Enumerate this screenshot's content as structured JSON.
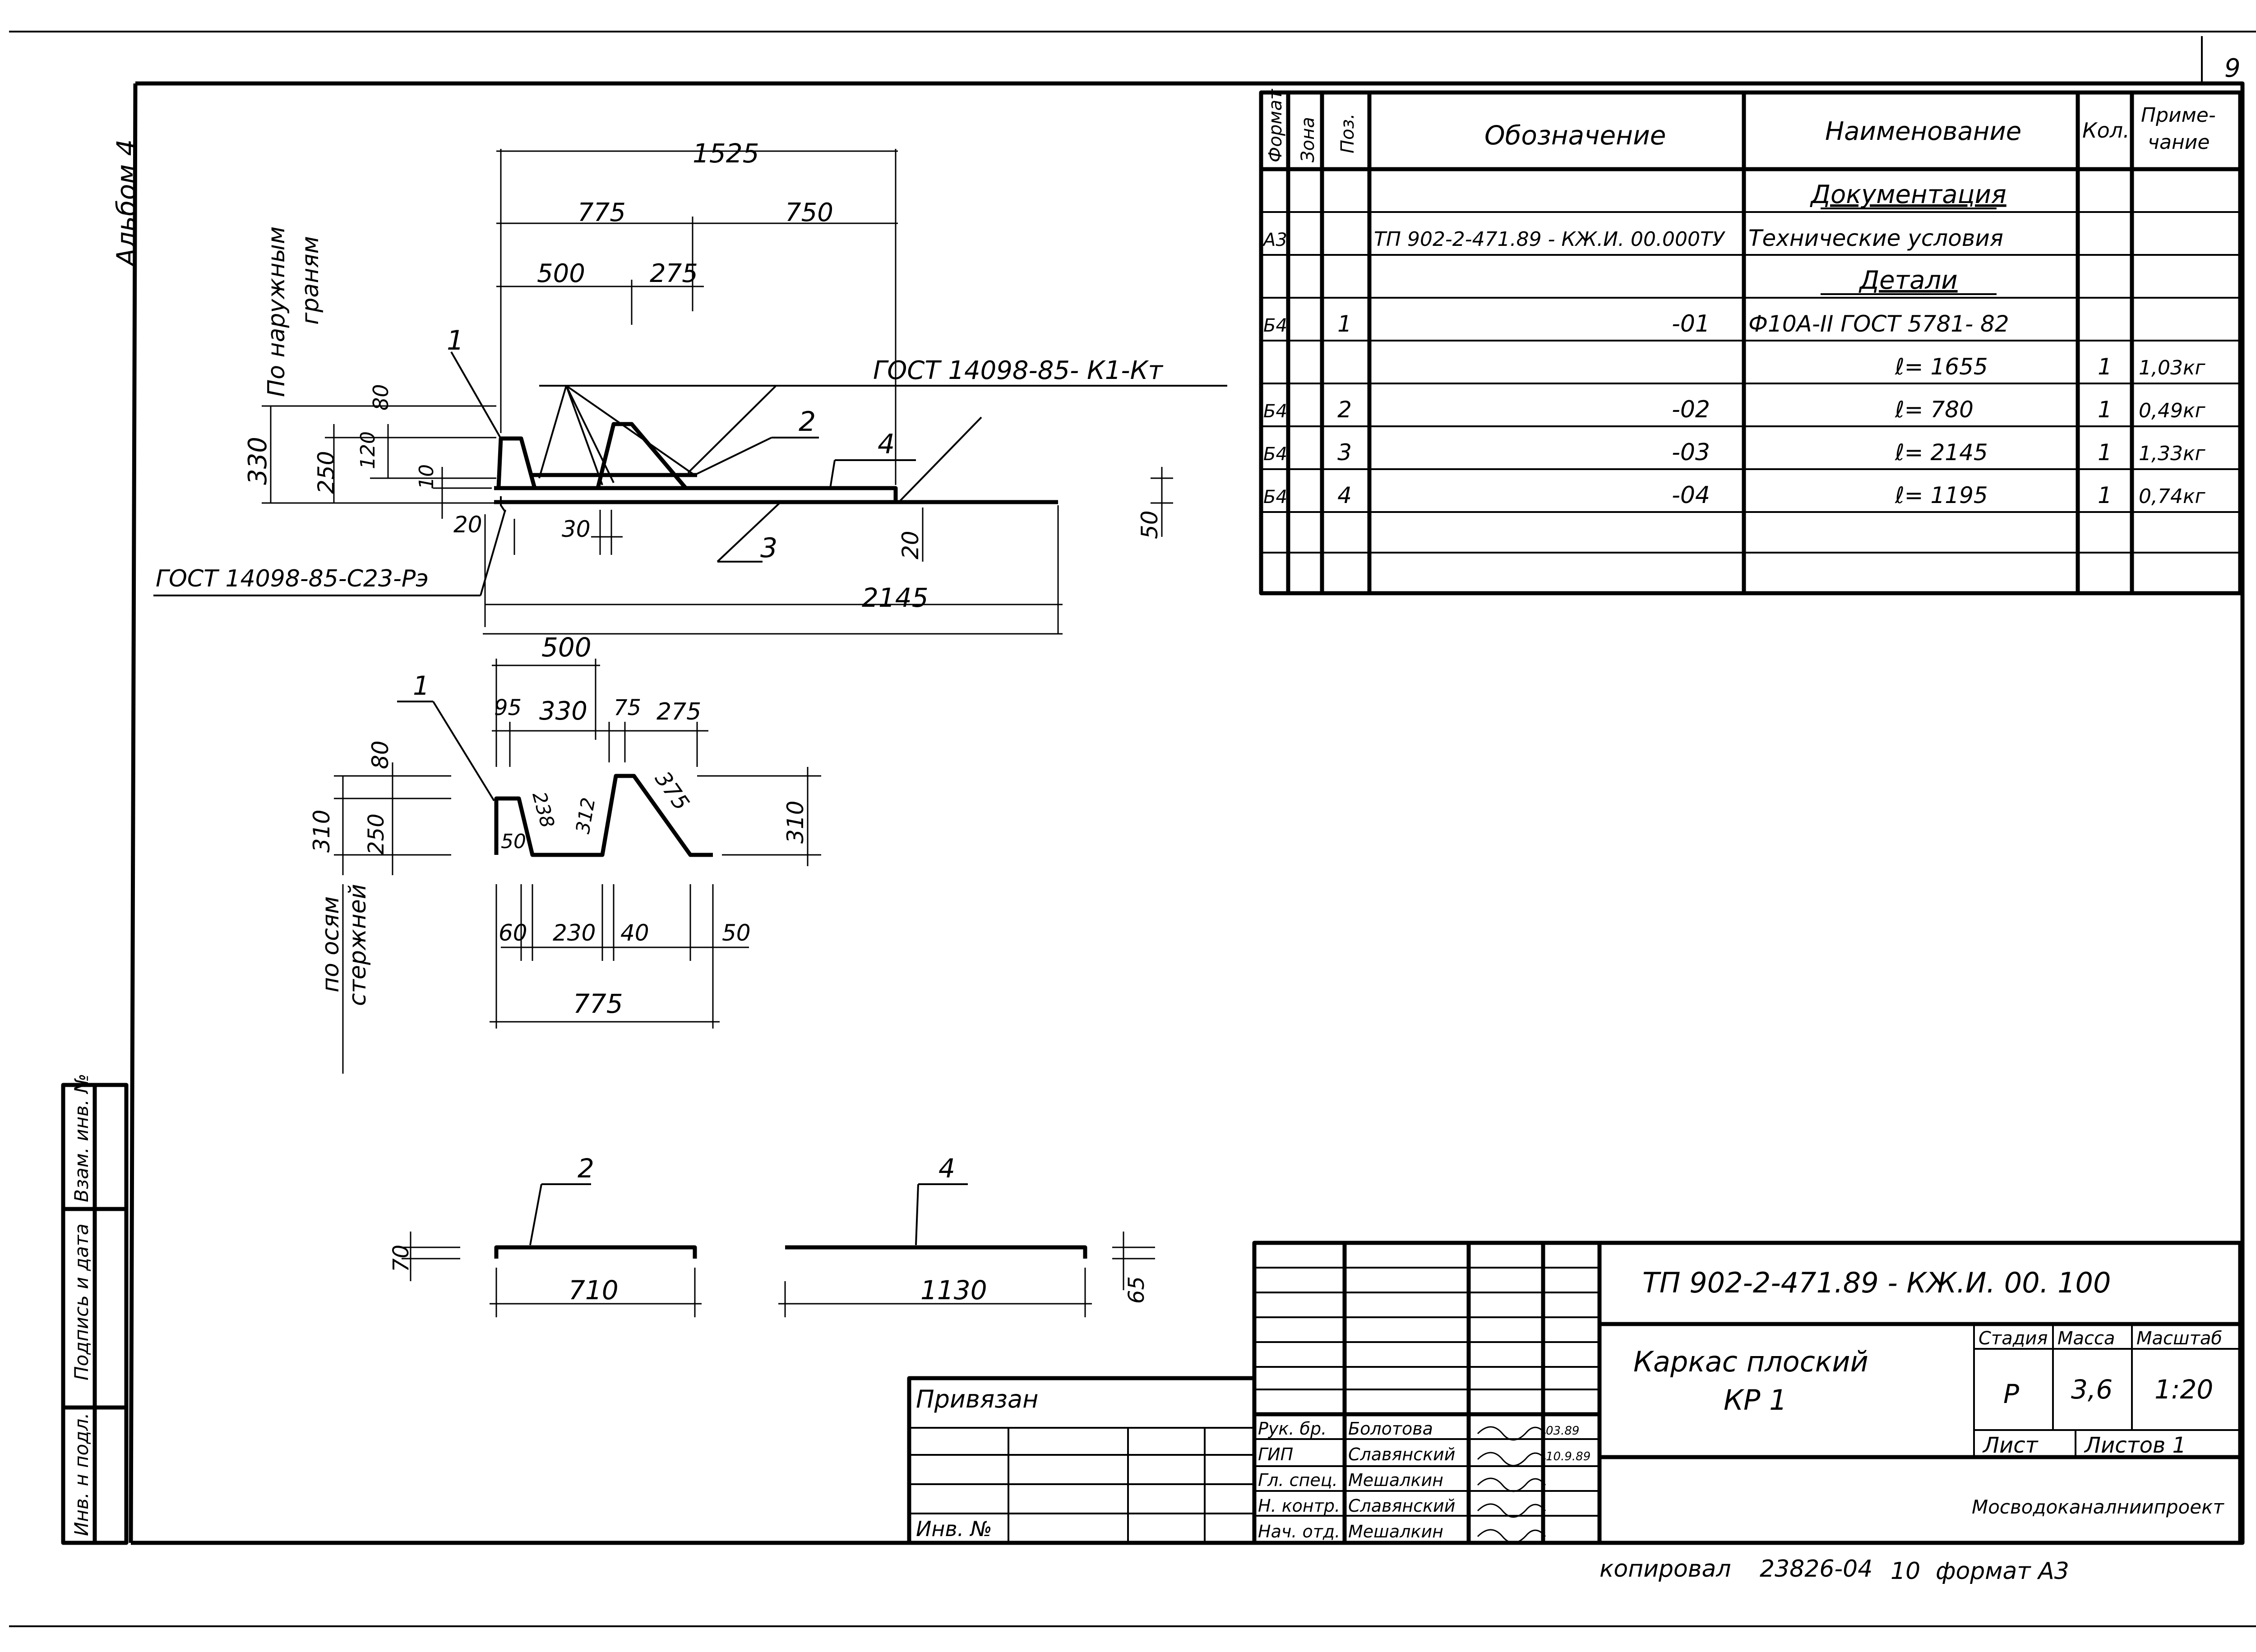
{
  "sheet": {
    "page_number": "9",
    "album": "Альбом 4",
    "copied": "копировал",
    "order_no": "23826-04",
    "sheet_no": "10",
    "format": "формат А3"
  },
  "drawing": {
    "label_outer": [
      "По наружным",
      "граням"
    ],
    "label_axes": [
      "по осям",
      "стержней"
    ],
    "gost_top": "ГОСТ 14098-85- К1-Кт",
    "gost_bottom": "ГОСТ 14098-85-С23-Рэ",
    "frame_dims": {
      "d1525": "1525",
      "d775": "775",
      "d750": "750",
      "d500": "500",
      "d275": "275",
      "d330": "330",
      "d250": "250",
      "d80": "80",
      "d120": "120",
      "d10": "10",
      "d20a": "20",
      "d30": "30",
      "d20b": "20",
      "d50": "50",
      "d2145": "2145"
    },
    "frame_pos": {
      "p1": "1",
      "p2": "2",
      "p3": "3",
      "p4": "4"
    },
    "detail1_dims": {
      "d500": "500",
      "d95": "95",
      "d330": "330",
      "d75": "75",
      "d275": "275",
      "d80": "80",
      "d310a": "310",
      "d250": "250",
      "d50a": "50",
      "d238": "238",
      "d312": "312",
      "d375": "375",
      "d310b": "310",
      "d60": "60",
      "d230": "230",
      "d40": "40",
      "d50b": "50",
      "d775": "775"
    },
    "detail1_pos": "1",
    "detail2": {
      "pos": "2",
      "len": "710",
      "h": "70"
    },
    "detail4": {
      "pos": "4",
      "len": "1130",
      "h": "65"
    }
  },
  "spec": {
    "headers": {
      "format": "Формат",
      "zone": "Зона",
      "pos": "Поз.",
      "designation": "Обозначение",
      "name": "Наименование",
      "qty": "Кол.",
      "note": "Приме-\nчание"
    },
    "rows": [
      {
        "format": "",
        "zone": "",
        "pos": "",
        "designation": "",
        "name": "Документация",
        "qty": "",
        "note": ""
      },
      {
        "format": "А3",
        "zone": "",
        "pos": "",
        "designation": "ТП 902-2-471.89 - КЖ.И. 00.000ТУ",
        "name": "Технические условия",
        "qty": "",
        "note": ""
      },
      {
        "format": "",
        "zone": "",
        "pos": "",
        "designation": "",
        "name": "Детали",
        "qty": "",
        "note": ""
      },
      {
        "format": "Б4",
        "zone": "",
        "pos": "1",
        "designation": "-01",
        "name": "Ф10А-II  ГОСТ 5781- 82",
        "qty": "",
        "note": ""
      },
      {
        "format": "",
        "zone": "",
        "pos": "",
        "designation": "",
        "name": "ℓ=  1655",
        "qty": "1",
        "note": "1,03кг"
      },
      {
        "format": "Б4",
        "zone": "",
        "pos": "2",
        "designation": "-02",
        "name": "ℓ=   780",
        "qty": "1",
        "note": "0,49кг"
      },
      {
        "format": "Б4",
        "zone": "",
        "pos": "3",
        "designation": "-03",
        "name": "ℓ=  2145",
        "qty": "1",
        "note": "1,33кг"
      },
      {
        "format": "Б4",
        "zone": "",
        "pos": "4",
        "designation": "-04",
        "name": "ℓ=  1195",
        "qty": "1",
        "note": "0,74кг"
      },
      {
        "format": "",
        "zone": "",
        "pos": "",
        "designation": "",
        "name": "",
        "qty": "",
        "note": ""
      },
      {
        "format": "",
        "zone": "",
        "pos": "",
        "designation": "",
        "name": "",
        "qty": "",
        "note": ""
      }
    ]
  },
  "side_stamp": {
    "vzam": "Взам. инв. №",
    "podpis": "Подпись и дата",
    "inv": "Инв. н подл."
  },
  "binding": {
    "title": "Привязан",
    "inv": "Инв. №"
  },
  "title_block": {
    "code": "ТП 902-2-471.89    - КЖ.И. 00. 100",
    "name_line1": "Каркас плоский",
    "name_line2": "КР 1",
    "stage_h": "Стадия",
    "mass_h": "Масса",
    "scale_h": "Масштаб",
    "stage": "Р",
    "mass": "3,6",
    "scale": "1:20",
    "sheet": "Лист",
    "sheets": "Листов 1",
    "org": "Мосводоканалниипроект",
    "roles": [
      {
        "role": "Рук. бр.",
        "name": "Болотова",
        "date": "03.89"
      },
      {
        "role": "ГИП",
        "name": "Славянский",
        "date": "10.9.89"
      },
      {
        "role": "Гл. спец.",
        "name": "Мешалкин",
        "date": ""
      },
      {
        "role": "Н. контр.",
        "name": "Славянский",
        "date": ""
      },
      {
        "role": "Нач. отд.",
        "name": "Мешалкин",
        "date": ""
      }
    ]
  }
}
